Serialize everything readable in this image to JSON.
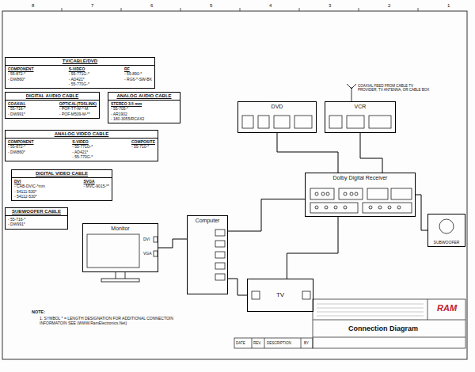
{
  "diagram": {
    "nodes": [
      {
        "text": [
          "TV/CABLE/DVD",
          "COMPONENT",
          "- 55-872-*",
          "- DW860*",
          "S-VIDEO",
          "- 55-771G-*",
          "- AD421*",
          "- 55-770G-*",
          "RF",
          "- 55-890-*",
          "- RG6-*-SW-BK"
        ]
      },
      {
        "text": [
          "DIGITAL AUDIO CABLE",
          "COAXIAL",
          "- 55-716-*",
          "- DW991*",
          "OPTICAL(TOSLINK)",
          "- POF-TT-W-*-M",
          "- POF-M509-M-**"
        ]
      },
      {
        "text": [
          "ANALOG AUDIO CABLE",
          "STEREO 3.5 mm",
          "- 55-705-*",
          "- AR1902",
          "- 180-3055/RCAX2"
        ]
      },
      {
        "text": [
          "ANALOG VIDEO CABLE",
          "COMPONENT",
          "- 55-872-*",
          "- DW860*",
          "S-VIDEO",
          "- 55-771G-*",
          "- AD421*",
          "- 55-770G-*",
          "COMPOSITE",
          "- 55-710-*"
        ]
      },
      {
        "text": [
          "DIGITAL VIDEO CABLE",
          "DVI",
          "- CAB-DVIC-*mm",
          "- 54111-530*",
          "- 54112-530*",
          "SVGA",
          "- MVC-9015-**"
        ]
      },
      {
        "text": [
          "SUBWOOFER CABLE",
          "- 55-716-*",
          "- DW991*"
        ]
      },
      {
        "text": [
          "DVD"
        ]
      },
      {
        "text": [
          "VCR"
        ]
      },
      {
        "text": [
          "Dolby Digital Receiver"
        ]
      },
      {
        "text": [
          "Computer"
        ]
      },
      {
        "text": [
          "Monitor"
        ]
      },
      {
        "text": [
          "TV"
        ]
      },
      {
        "text": [
          "SUBWOOFER"
        ]
      }
    ],
    "edges": [
      {
        "from": 6,
        "to": 8,
        "arrow": "none"
      },
      {
        "from": 7,
        "to": 8,
        "arrow": "none"
      },
      {
        "from": 9,
        "to": 10,
        "arrow": "none"
      },
      {
        "from": 9,
        "to": 8,
        "arrow": "none"
      },
      {
        "from": 8,
        "to": 11,
        "arrow": "none"
      },
      {
        "from": 9,
        "to": 11,
        "arrow": "none"
      },
      {
        "from": 8,
        "to": 12,
        "arrow": "none"
      }
    ],
    "labels": [
      "8",
      "7",
      "6",
      "5",
      "4",
      "3",
      "2",
      "1",
      "COAXIAL FEED FROM CABLE TV PROVIDER, TV ANTENNA, OR CABLE BOX",
      "DVI",
      "VGA",
      "NOTE:",
      "1. SYMBOL * = LENGTH DESIGNATION FOR ADDITIONAL CONNECTOIN INFORMATOIN SEE (WWW.RamElectronics.Net)",
      "Connection Diagram",
      "RAM",
      "DATE",
      "REV.",
      "DESCRIPTION",
      "BY"
    ]
  }
}
